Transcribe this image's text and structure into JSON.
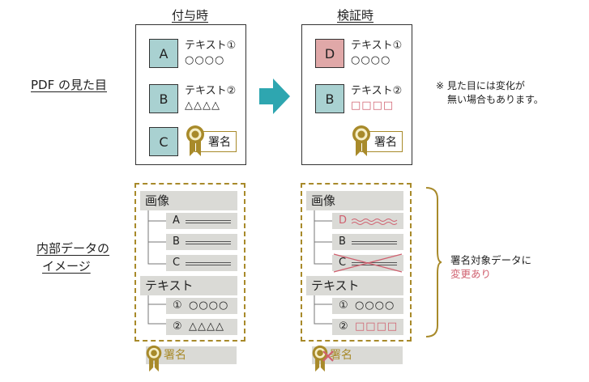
{
  "columns": {
    "signing": "付与時",
    "verification": "検証時"
  },
  "rows": {
    "pdf_appearance": "PDF の見た目",
    "internal_data_line1": "内部データの",
    "internal_data_line2": "イメージ"
  },
  "signing_pdf": {
    "items": [
      {
        "box": "A",
        "text": "テキスト①",
        "sub": "○○○○"
      },
      {
        "box": "B",
        "text": "テキスト②",
        "sub": "△△△△"
      },
      {
        "box": "C"
      }
    ],
    "signature_label": "署名"
  },
  "verify_pdf": {
    "items": [
      {
        "box": "D",
        "text": "テキスト①",
        "sub": "○○○○"
      },
      {
        "box": "B",
        "text": "テキスト②",
        "sub": "□□□□"
      }
    ],
    "signature_label": "署名"
  },
  "note": {
    "line1": "※ 見た目には変化が",
    "line2": "無い場合もあります。"
  },
  "signing_data": {
    "images_header": "画像",
    "images": [
      "A",
      "B",
      "C"
    ],
    "texts_header": "テキスト",
    "texts": [
      {
        "num": "①",
        "value": "○○○○"
      },
      {
        "num": "②",
        "value": "△△△△"
      }
    ],
    "signature_label": "署名"
  },
  "verify_data": {
    "images_header": "画像",
    "images": [
      "D",
      "B",
      "C"
    ],
    "texts_header": "テキスト",
    "texts": [
      {
        "num": "①",
        "value": "○○○○"
      },
      {
        "num": "②",
        "value": "□□□□"
      }
    ],
    "signature_label": "署名"
  },
  "bracket_note": {
    "line1": "署名対象データに",
    "line2": "変更あり"
  },
  "colors": {
    "teal": "#a9d1d1",
    "pink": "#e0a8a8",
    "gold": "#a88a2a",
    "red": "#d0606f",
    "arrow": "#2ea6b0",
    "gray": "#dadad6"
  },
  "icons": [
    "arrow-right-icon",
    "seal-ribbon-icon"
  ]
}
